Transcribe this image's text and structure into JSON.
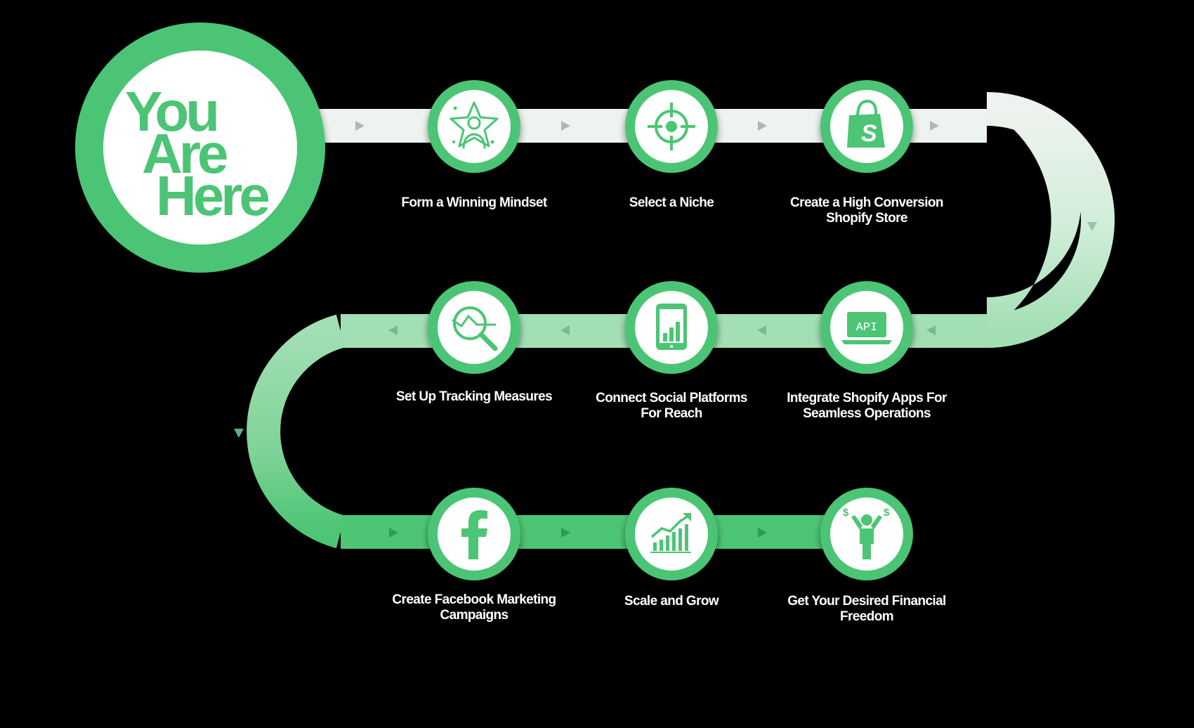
{
  "hero": {
    "line1": "You",
    "line2": "Are",
    "line3": "Here"
  },
  "colors": {
    "accent": "#4cc574",
    "accent_dark": "#3fb866",
    "track_light": "#eef3ef",
    "background": "#000000",
    "text": "#ffffff"
  },
  "steps": [
    {
      "icon": "star-person-icon",
      "label": "Form a Winning Mindset"
    },
    {
      "icon": "target-icon",
      "label": "Select a Niche"
    },
    {
      "icon": "shopify-bag-icon",
      "label": "Create a High Conversion\nShopify Store"
    },
    {
      "icon": "api-laptop-icon",
      "label": "Integrate Shopify Apps For\nSeamless Operations"
    },
    {
      "icon": "tablet-chart-icon",
      "label": "Connect Social Platforms\nFor Reach"
    },
    {
      "icon": "magnifier-chart-icon",
      "label": "Set Up Tracking Measures"
    },
    {
      "icon": "facebook-icon",
      "label": "Create Facebook Marketing\nCampaigns"
    },
    {
      "icon": "growth-chart-icon",
      "label": "Scale and Grow"
    },
    {
      "icon": "person-money-icon",
      "label": "Get Your Desired Financial\nFreedom"
    }
  ],
  "icons": {
    "api_text": "API"
  }
}
